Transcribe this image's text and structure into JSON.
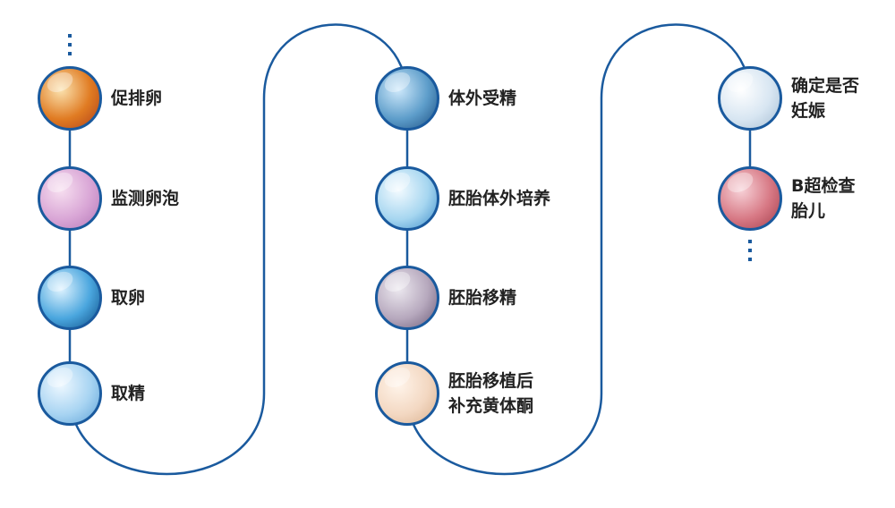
{
  "colors": {
    "path": "#1a5a9e",
    "text": "#222222"
  },
  "steps": [
    {
      "id": "stimulate-ovulation",
      "lines": [
        "促排卵"
      ],
      "icon": "ovary-cross-section-icon",
      "palette": [
        "#fbe3b0",
        "#e07b22",
        "#b0401a"
      ]
    },
    {
      "id": "monitor-follicles",
      "lines": [
        "监测卵泡"
      ],
      "icon": "follicle-tissue-icon",
      "palette": [
        "#f7dff0",
        "#d9a6d6",
        "#b478b8"
      ]
    },
    {
      "id": "egg-retrieval",
      "lines": [
        "取卵"
      ],
      "icon": "egg-cell-icon",
      "palette": [
        "#dff3ff",
        "#4aa6de",
        "#0d4d86"
      ]
    },
    {
      "id": "sperm-retrieval",
      "lines": [
        "取精"
      ],
      "icon": "sperm-cells-icon",
      "palette": [
        "#eef8ff",
        "#a8d4f2",
        "#5fa2d6"
      ]
    },
    {
      "id": "in-vitro-fertilization",
      "lines": [
        "体外受精"
      ],
      "icon": "fertilized-cells-icon",
      "palette": [
        "#cfe9fb",
        "#5d9dca",
        "#1c4f82"
      ]
    },
    {
      "id": "embryo-culture",
      "lines": [
        "胚胎体外培养"
      ],
      "icon": "culture-dish-icon",
      "palette": [
        "#f4fbff",
        "#a6d6f0",
        "#3f8fca"
      ]
    },
    {
      "id": "embryo-transfer",
      "lines": [
        "胚胎移精"
      ],
      "icon": "embryo-transfer-icon",
      "palette": [
        "#ece8ef",
        "#b6a8bd",
        "#6c5c78"
      ]
    },
    {
      "id": "luteal-support",
      "lines": [
        "胚胎移植后",
        "补充黄体酮"
      ],
      "icon": "abdomen-icon",
      "palette": [
        "#fff4ea",
        "#f3d8c2",
        "#d9b08e"
      ]
    },
    {
      "id": "confirm-pregnancy",
      "lines": [
        "确定是否",
        "妊娠"
      ],
      "icon": "doctor-consultation-icon",
      "palette": [
        "#ffffff",
        "#d8e6f2",
        "#a7bfd4"
      ]
    },
    {
      "id": "ultrasound",
      "lines": [
        "B超检查",
        "胎儿"
      ],
      "icon": "fetus-icon",
      "palette": [
        "#f7d2d8",
        "#d77884",
        "#a43e4c"
      ]
    }
  ]
}
